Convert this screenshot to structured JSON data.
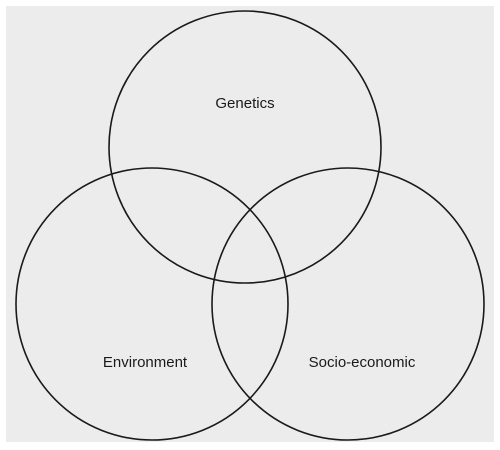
{
  "venn": {
    "sets": [
      {
        "id": "genetics",
        "label": "Genetics"
      },
      {
        "id": "environment",
        "label": "Environment"
      },
      {
        "id": "socio-economic",
        "label": "Socio-economic"
      }
    ]
  }
}
